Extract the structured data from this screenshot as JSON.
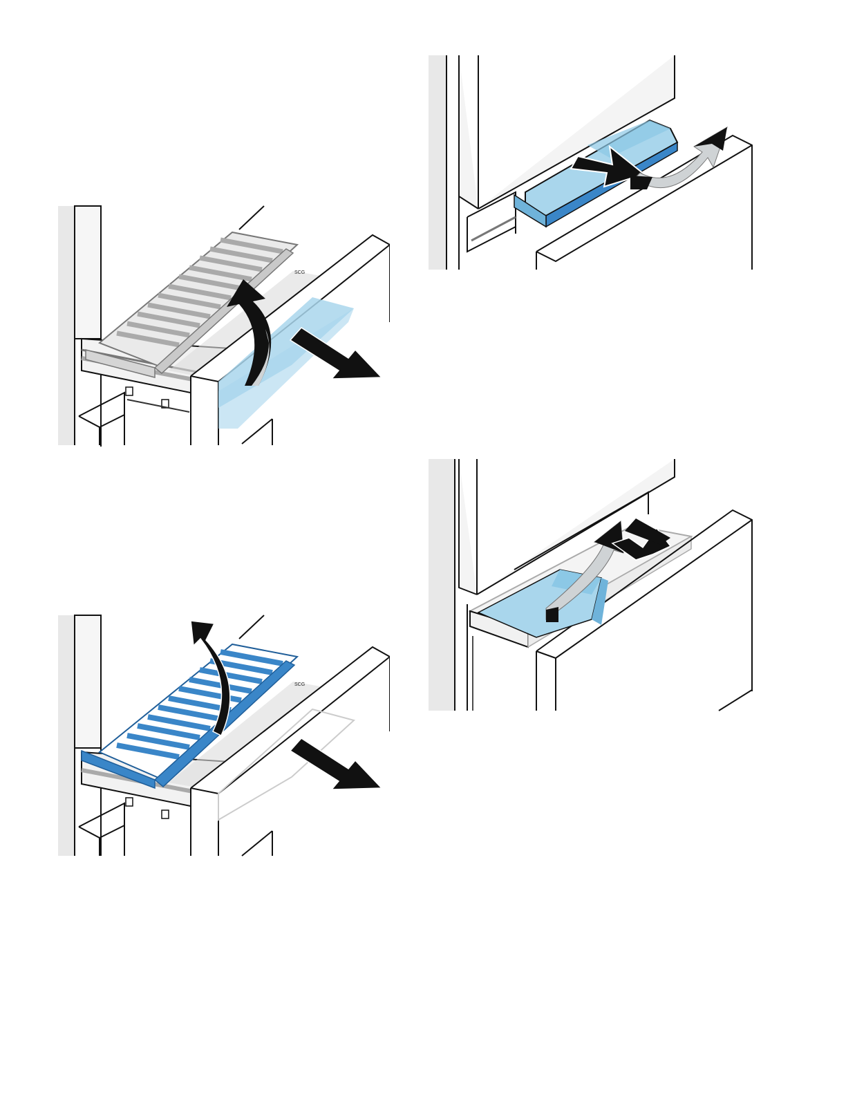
{
  "page": {
    "background": "#ffffff"
  },
  "colors": {
    "accent_blue": "#3a86c8",
    "light_blue": "#a9d6ec",
    "arrow": "#111111",
    "arrow_gray": "#cfd3d5",
    "panel_gray": "#e8e8e8",
    "line": "#111111"
  },
  "figures": [
    {
      "id": "fig-remove-drawer-cover",
      "tiny_label": "SCG"
    },
    {
      "id": "fig-remove-container",
      "tiny_label": ""
    },
    {
      "id": "fig-remove-grid-shelf",
      "tiny_label": "SCG"
    },
    {
      "id": "fig-insert-container",
      "tiny_label": ""
    }
  ]
}
